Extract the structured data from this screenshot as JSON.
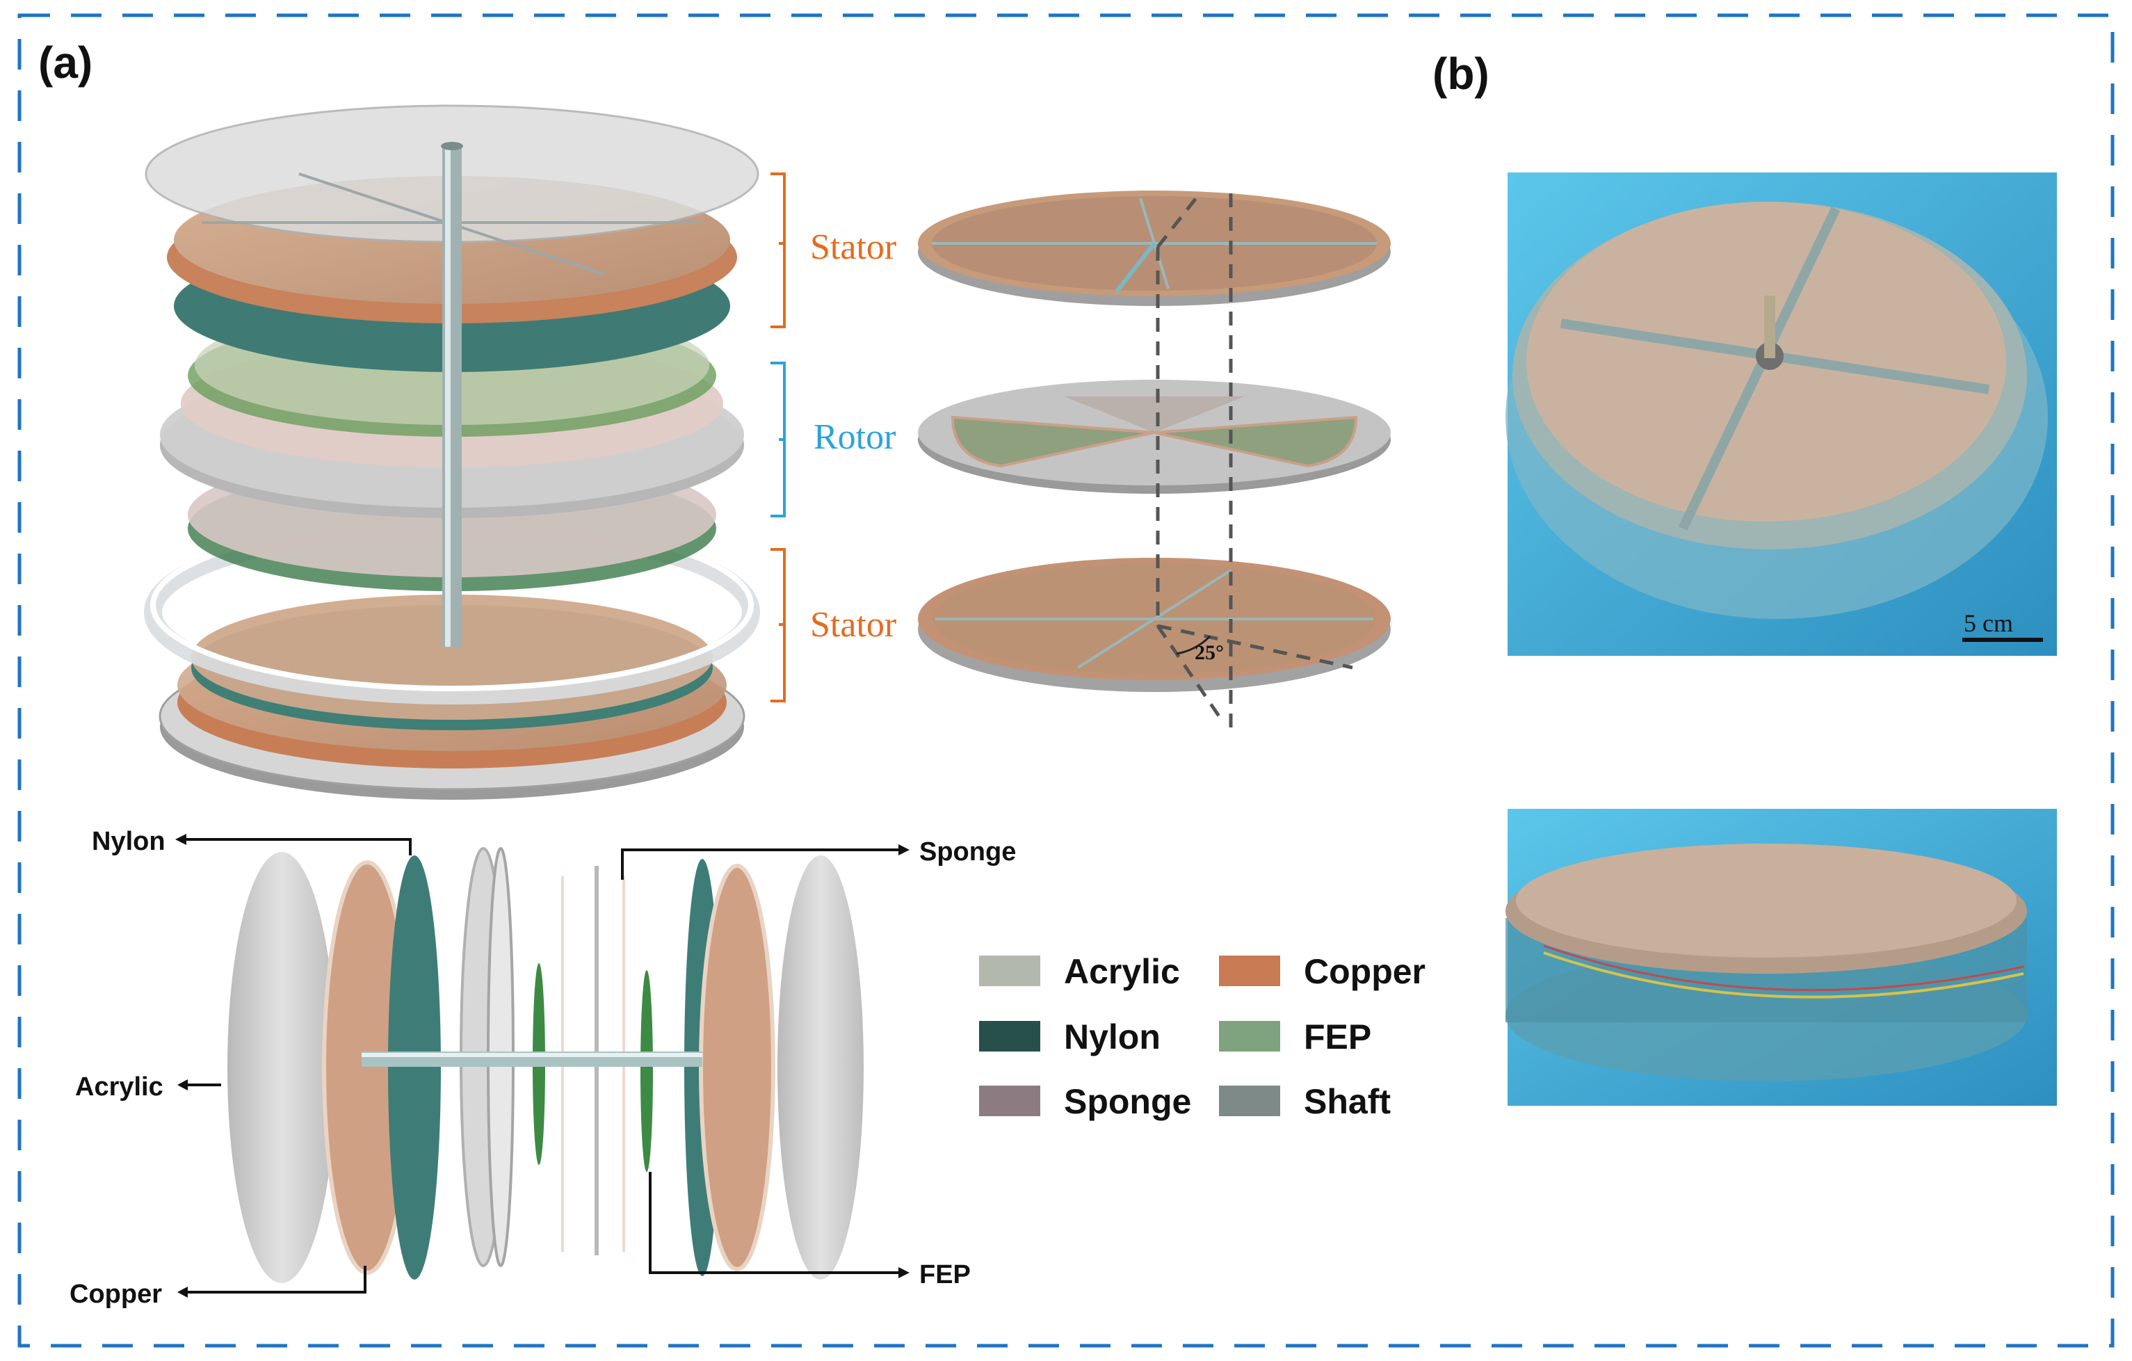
{
  "panels": {
    "a": "(a)",
    "b": "(b)"
  },
  "braces": {
    "stator_top": "Stator",
    "rotor": "Rotor",
    "stator_bottom": "Stator"
  },
  "angle_label": "25°",
  "callouts": {
    "nylon": "Nylon",
    "acrylic": "Acrylic",
    "copper": "Copper",
    "sponge": "Sponge",
    "fep": "FEP"
  },
  "legend": [
    {
      "label": "Acrylic",
      "color": "#b2b8ab"
    },
    {
      "label": "Copper",
      "color": "#c87a52"
    },
    {
      "label": "Nylon",
      "color": "#28504a"
    },
    {
      "label": "FEP",
      "color": "#7ea37e"
    },
    {
      "label": "Sponge",
      "color": "#8c7b80"
    },
    {
      "label": "Shaft",
      "color": "#7d8a88"
    }
  ],
  "photo": {
    "scale_bar": "5 cm"
  },
  "colors": {
    "frame_dash": "#1f74c4",
    "stator_orange": "#e46c1f",
    "rotor_blue": "#2aa3dc",
    "copper": "#c8906e",
    "nylon": "#3a7670",
    "fep": "#8fb58a",
    "acrylic": "#c9c9c9"
  }
}
